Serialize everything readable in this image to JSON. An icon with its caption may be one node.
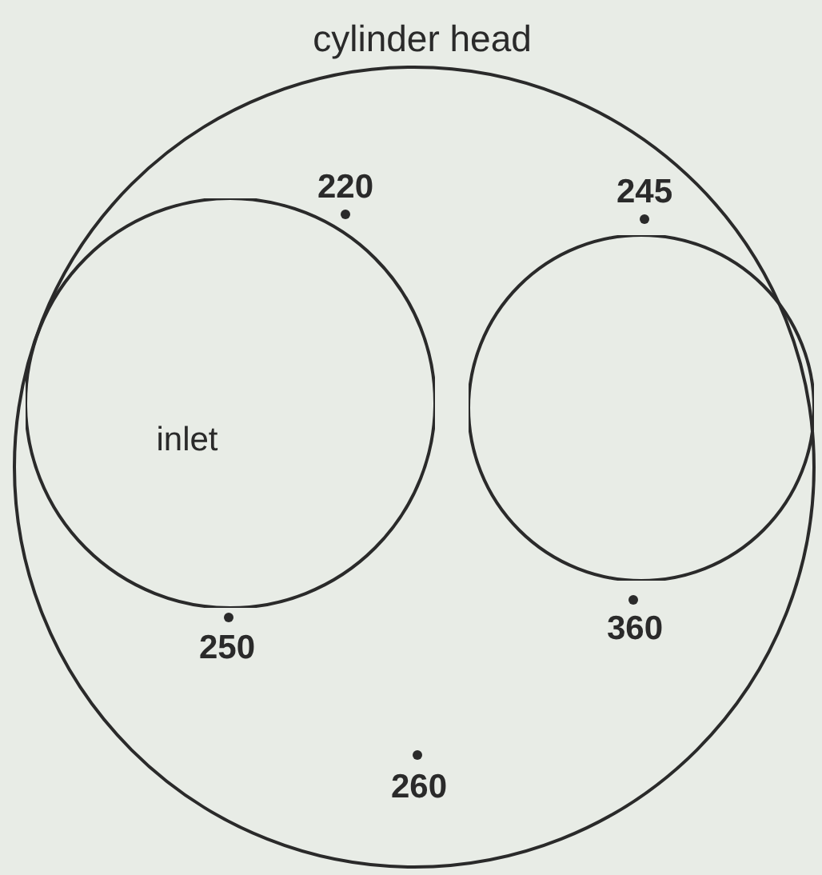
{
  "diagram": {
    "nodes": [
      {
        "text": [
          "cylinder head"
        ]
      },
      {
        "text": [
          "inlet"
        ],
        "in": 0
      },
      {
        "text": [],
        "shape": "circle",
        "in": 0
      }
    ],
    "edges": [],
    "labels": [
      "220",
      "245",
      "250",
      "360",
      "260"
    ]
  }
}
